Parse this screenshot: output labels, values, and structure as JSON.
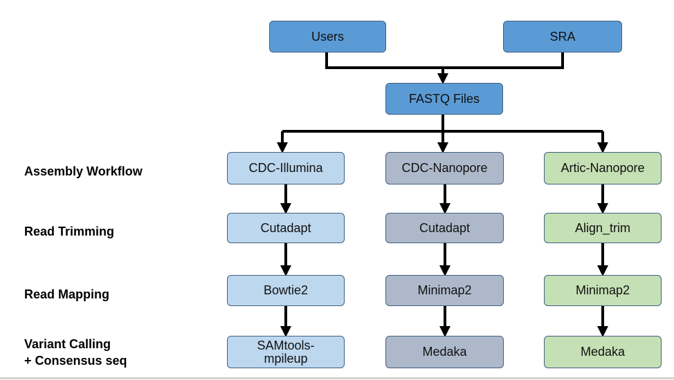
{
  "colors": {
    "source": "#5b9bd5",
    "illumina": "#bdd7ee",
    "nanopore": "#adb9ca",
    "artic": "#c5e0b4",
    "border": "#3f5f80",
    "arrow": "#000000"
  },
  "sources": {
    "users": "Users",
    "sra": "SRA",
    "fastq": "FASTQ Files"
  },
  "row_labels": {
    "assembly": "Assembly Workflow",
    "trimming": "Read Trimming",
    "mapping": "Read Mapping",
    "variant": "Variant Calling\n+ Consensus seq"
  },
  "workflows": {
    "illumina": {
      "assembly": "CDC-Illumina",
      "trimming": "Cutadapt",
      "mapping": "Bowtie2",
      "variant": "SAMtools-\nmpileup"
    },
    "nanopore": {
      "assembly": "CDC-Nanopore",
      "trimming": "Cutadapt",
      "mapping": "Minimap2",
      "variant": "Medaka"
    },
    "artic": {
      "assembly": "Artic-Nanopore",
      "trimming": "Align_trim",
      "mapping": "Minimap2",
      "variant": "Medaka"
    }
  }
}
